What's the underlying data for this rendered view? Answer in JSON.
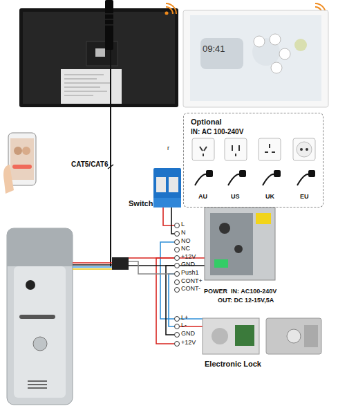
{
  "diagram": {
    "nodes": [
      {
        "text": [
          "Optional",
          "IN: AC 100-240V"
        ]
      },
      {
        "text": [
          "Switch"
        ]
      },
      {
        "text": [
          "POWER  IN: AC100-240V",
          "OUT: DC 12-15V,5A"
        ]
      },
      {
        "text": [
          "Electronic Lock"
        ]
      }
    ],
    "labels": [
      "09:41",
      "CAT5/CAT6",
      "r",
      "AU",
      "US",
      "UK",
      "EU",
      "L",
      "N",
      "NO",
      "NC",
      "+12V",
      "GND",
      "Push1",
      "CONT+",
      "CONT-",
      "L+",
      "L-",
      "GND",
      "+12V"
    ]
  }
}
